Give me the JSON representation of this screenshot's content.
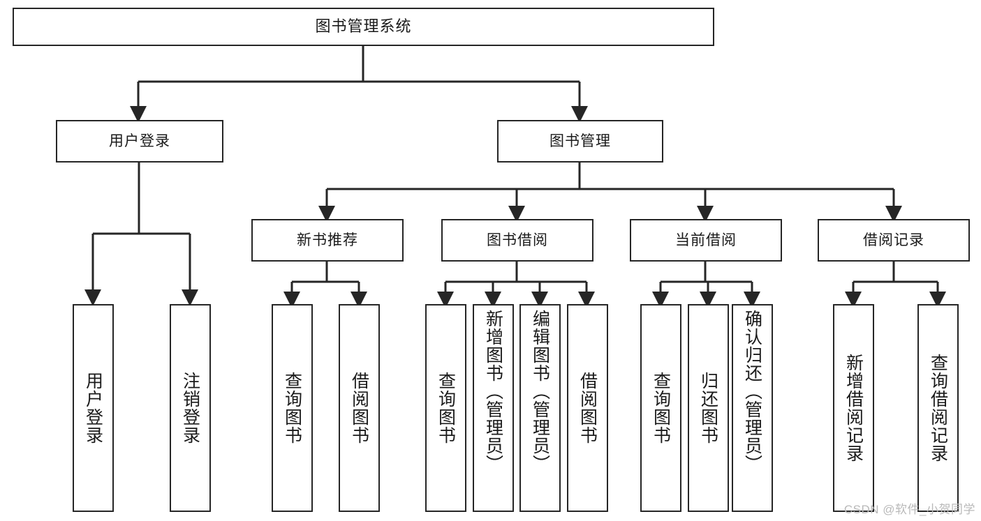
{
  "diagram": {
    "title": "图书管理系统",
    "type": "tree",
    "colors": {
      "stroke": "#262626",
      "box_fill": "#ffffff",
      "text": "#1a1a1a",
      "watermark": "#b9b9b9",
      "background": "#ffffff"
    },
    "root": {
      "label": "图书管理系统"
    },
    "level2": [
      {
        "label": "用户登录"
      },
      {
        "label": "图书管理"
      }
    ],
    "level3": [
      {
        "label": "新书推荐"
      },
      {
        "label": "图书借阅"
      },
      {
        "label": "当前借阅"
      },
      {
        "label": "借阅记录"
      }
    ],
    "leaves": {
      "user_login": [
        {
          "label": "用户登录"
        },
        {
          "label": "注销登录"
        }
      ],
      "new_book": [
        {
          "label": "查询图书"
        },
        {
          "label": "借阅图书"
        }
      ],
      "book_borrow": [
        {
          "label": "查询图书"
        },
        {
          "label": "新增图书（管理员）"
        },
        {
          "label": "编辑图书（管理员）"
        },
        {
          "label": "借阅图书"
        }
      ],
      "current_borrow": [
        {
          "label": "查询图书"
        },
        {
          "label": "归还图书"
        },
        {
          "label": "确认归还（管理员）"
        }
      ],
      "borrow_record": [
        {
          "label": "新增借阅记录"
        },
        {
          "label": "查询借阅记录"
        }
      ]
    }
  },
  "watermark": {
    "text": "CSDN @软件_小贺同学"
  }
}
